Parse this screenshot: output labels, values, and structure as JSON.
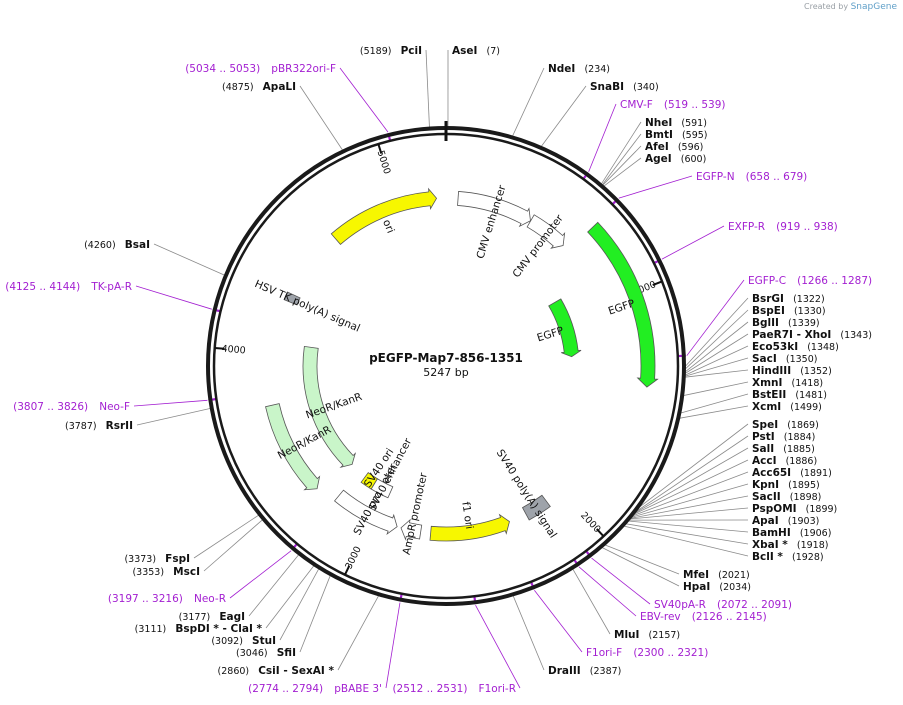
{
  "credit": {
    "prefix": "Created by",
    "brand": "SnapGene"
  },
  "plasmid": {
    "name": "pEGFP-Map7-856-1351",
    "size_label": "5247 bp",
    "length": 5247
  },
  "ticks": [
    {
      "bp": 1000,
      "label": "1000"
    },
    {
      "bp": 2000,
      "label": "2000"
    },
    {
      "bp": 3000,
      "label": "3000"
    },
    {
      "bp": 4000,
      "label": "4000"
    },
    {
      "bp": 5000,
      "label": "5000"
    }
  ],
  "features": [
    {
      "name": "CMV enhancer",
      "start": 60,
      "end": 440,
      "ring": "mid",
      "color": "#ffffff",
      "dir": 1
    },
    {
      "name": "CMV promoter",
      "start": 441,
      "end": 644,
      "ring": "mid",
      "color": "#ffffff",
      "dir": 1
    },
    {
      "name": "EGFP",
      "start": 679,
      "end": 1399,
      "ring": "outer",
      "color": "#22ee22",
      "dir": 1
    },
    {
      "name": "EGFP",
      "start": 870,
      "end": 1250,
      "ring": "inner",
      "color": "#22ee22",
      "dir": 1
    },
    {
      "name": "SV40 poly(A) signal",
      "start": 2090,
      "end": 2210,
      "ring": "mid",
      "color": "#9ea3aa",
      "dir": 0
    },
    {
      "name": "f1 ori",
      "start": 2300,
      "end": 2700,
      "ring": "mid",
      "color": "#f7f700",
      "dir": -1
    },
    {
      "name": "AmpR promoter",
      "start": 2750,
      "end": 2850,
      "ring": "mid",
      "color": "#ffffff",
      "dir": 1
    },
    {
      "name": "SV40 promoter",
      "start": 2870,
      "end": 3200,
      "ring": "mid",
      "color": "#ffffff",
      "dir": -1
    },
    {
      "name": "SV40 enhancer",
      "start": 2970,
      "end": 3080,
      "ring": "midin",
      "color": "#ffffff",
      "dir": 0
    },
    {
      "name": "SV40 ori",
      "start": 3080,
      "end": 3150,
      "ring": "midin",
      "color": "#f7f700",
      "dir": 0
    },
    {
      "name": "NeoR/KanR",
      "start": 3260,
      "end": 4050,
      "ring": "outer",
      "color": "#c9f5c9",
      "dir": -1
    },
    {
      "name": "NeoR/KanR",
      "start": 3300,
      "end": 3750,
      "ring": "inner",
      "color": "#c9f5c9",
      "dir": -1
    },
    {
      "name": "HSV TK poly(A) signal",
      "start": 4260,
      "end": 4300,
      "ring": "mid",
      "color": "#9ea3aa",
      "dir": 0
    },
    {
      "name": "ori",
      "start": 4650,
      "end": 5200,
      "ring": "mid",
      "color": "#f7f700",
      "dir": 1
    }
  ],
  "enzymes_right": [
    {
      "name": "AseI",
      "pos": "(7)",
      "bp": 7
    },
    {
      "name": "NdeI",
      "pos": "(234)",
      "bp": 234
    },
    {
      "name": "SnaBI",
      "pos": "(340)",
      "bp": 340
    },
    {
      "name": "NheI",
      "pos": "(591)",
      "bp": 591
    },
    {
      "name": "BmtI",
      "pos": "(595)",
      "bp": 595
    },
    {
      "name": "AfeI",
      "pos": "(596)",
      "bp": 596
    },
    {
      "name": "AgeI",
      "pos": "(600)",
      "bp": 600
    },
    {
      "name": "BsrGI",
      "pos": "(1322)",
      "bp": 1322
    },
    {
      "name": "BspEI",
      "pos": "(1330)",
      "bp": 1330
    },
    {
      "name": "BglII",
      "pos": "(1339)",
      "bp": 1339
    },
    {
      "name": "PaeR7I - XhoI",
      "pos": "(1343)",
      "bp": 1343
    },
    {
      "name": "Eco53kI",
      "pos": "(1348)",
      "bp": 1348
    },
    {
      "name": "SacI",
      "pos": "(1350)",
      "bp": 1350
    },
    {
      "name": "HindIII",
      "pos": "(1352)",
      "bp": 1352
    },
    {
      "name": "XmnI",
      "pos": "(1418)",
      "bp": 1418
    },
    {
      "name": "BstEII",
      "pos": "(1481)",
      "bp": 1481
    },
    {
      "name": "XcmI",
      "pos": "(1499)",
      "bp": 1499
    },
    {
      "name": "SpeI",
      "pos": "(1869)",
      "bp": 1869
    },
    {
      "name": "PstI",
      "pos": "(1884)",
      "bp": 1884
    },
    {
      "name": "SalI",
      "pos": "(1885)",
      "bp": 1885
    },
    {
      "name": "AccI",
      "pos": "(1886)",
      "bp": 1886
    },
    {
      "name": "Acc65I",
      "pos": "(1891)",
      "bp": 1891
    },
    {
      "name": "KpnI",
      "pos": "(1895)",
      "bp": 1895
    },
    {
      "name": "SacII",
      "pos": "(1898)",
      "bp": 1898
    },
    {
      "name": "PspOMI",
      "pos": "(1899)",
      "bp": 1899
    },
    {
      "name": "ApaI",
      "pos": "(1903)",
      "bp": 1903
    },
    {
      "name": "BamHI",
      "pos": "(1906)",
      "bp": 1906
    },
    {
      "name": "XbaI *",
      "pos": "(1918)",
      "bp": 1918
    },
    {
      "name": "BclI *",
      "pos": "(1928)",
      "bp": 1928
    },
    {
      "name": "MfeI",
      "pos": "(2021)",
      "bp": 2021
    },
    {
      "name": "HpaI",
      "pos": "(2034)",
      "bp": 2034
    },
    {
      "name": "MluI",
      "pos": "(2157)",
      "bp": 2157
    },
    {
      "name": "DraIII",
      "pos": "(2387)",
      "bp": 2387
    }
  ],
  "enzymes_left": [
    {
      "name": "PciI",
      "pos": "(5189)",
      "bp": 5189
    },
    {
      "name": "ApaLI",
      "pos": "(4875)",
      "bp": 4875
    },
    {
      "name": "BsaI",
      "pos": "(4260)",
      "bp": 4260
    },
    {
      "name": "RsrII",
      "pos": "(3787)",
      "bp": 3787
    },
    {
      "name": "FspI",
      "pos": "(3373)",
      "bp": 3373
    },
    {
      "name": "MscI",
      "pos": "(3353)",
      "bp": 3353
    },
    {
      "name": "EagI",
      "pos": "(3177)",
      "bp": 3177
    },
    {
      "name": "BspDI * - ClaI *",
      "pos": "(3111)",
      "bp": 3111
    },
    {
      "name": "StuI",
      "pos": "(3092)",
      "bp": 3092
    },
    {
      "name": "SfiI",
      "pos": "(3046)",
      "bp": 3046
    },
    {
      "name": "CsiI - SexAI *",
      "pos": "(2860)",
      "bp": 2860
    }
  ],
  "primers": [
    {
      "name": "pBR322ori-F",
      "pos": "(5034 .. 5053)",
      "bp": 5044
    },
    {
      "name": "CMV-F",
      "pos": "(519 .. 539)",
      "bp": 529
    },
    {
      "name": "EGFP-N",
      "pos": "(658 .. 679)",
      "bp": 668
    },
    {
      "name": "EXFP-R",
      "pos": "(919 .. 938)",
      "bp": 928
    },
    {
      "name": "EGFP-C",
      "pos": "(1266 .. 1287)",
      "bp": 1276
    },
    {
      "name": "SV40pA-R",
      "pos": "(2072 .. 2091)",
      "bp": 2082
    },
    {
      "name": "EBV-rev",
      "pos": "(2126 .. 2145)",
      "bp": 2135
    },
    {
      "name": "F1ori-F",
      "pos": "(2300 .. 2321)",
      "bp": 2310
    },
    {
      "name": "F1ori-R",
      "pos": "(2512 .. 2531)",
      "bp": 2521
    },
    {
      "name": "pBABE 3'",
      "pos": "(2774 .. 2794)",
      "bp": 2784
    },
    {
      "name": "Neo-R",
      "pos": "(3197 .. 3216)",
      "bp": 3206
    },
    {
      "name": "Neo-F",
      "pos": "(3807 .. 3826)",
      "bp": 3816
    },
    {
      "name": "TK-pA-R",
      "pos": "(4125 .. 4144)",
      "bp": 4134
    }
  ]
}
